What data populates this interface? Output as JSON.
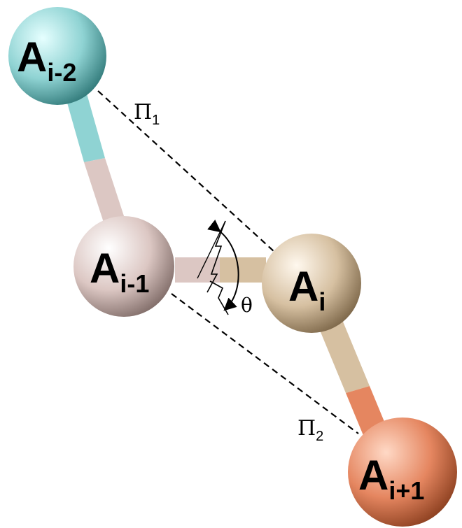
{
  "atoms": [
    {
      "id": "a-i-minus-2",
      "base": "A",
      "sub": "i-2",
      "color_light": "#e6ffff",
      "color_mid": "#8fd3d3",
      "color_dark": "#2e7777"
    },
    {
      "id": "a-i-minus-1",
      "base": "A",
      "sub": "i-1",
      "color_light": "#ffffff",
      "color_mid": "#dcc7c3",
      "color_dark": "#7e6a66"
    },
    {
      "id": "a-i",
      "base": "A",
      "sub": "i",
      "color_light": "#fff8ee",
      "color_mid": "#d6c0a1",
      "color_dark": "#7a6446"
    },
    {
      "id": "a-i-plus-1",
      "base": "A",
      "sub": "i+1",
      "color_light": "#ffd9c6",
      "color_mid": "#e58660",
      "color_dark": "#8a3e1e"
    }
  ],
  "bonds": {
    "b1": {
      "color_from": "#8fd3d3",
      "color_to": "#dcc7c3"
    },
    "b2": {
      "color_from": "#dcc7c3",
      "color_to": "#d6c0a1"
    },
    "b3": {
      "color_from": "#d6c0a1",
      "color_to": "#e58660"
    }
  },
  "planes": {
    "pi1": {
      "base": "Π",
      "sub": "1"
    },
    "pi2": {
      "base": "Π",
      "sub": "2"
    }
  },
  "angle": {
    "symbol": "θ"
  }
}
